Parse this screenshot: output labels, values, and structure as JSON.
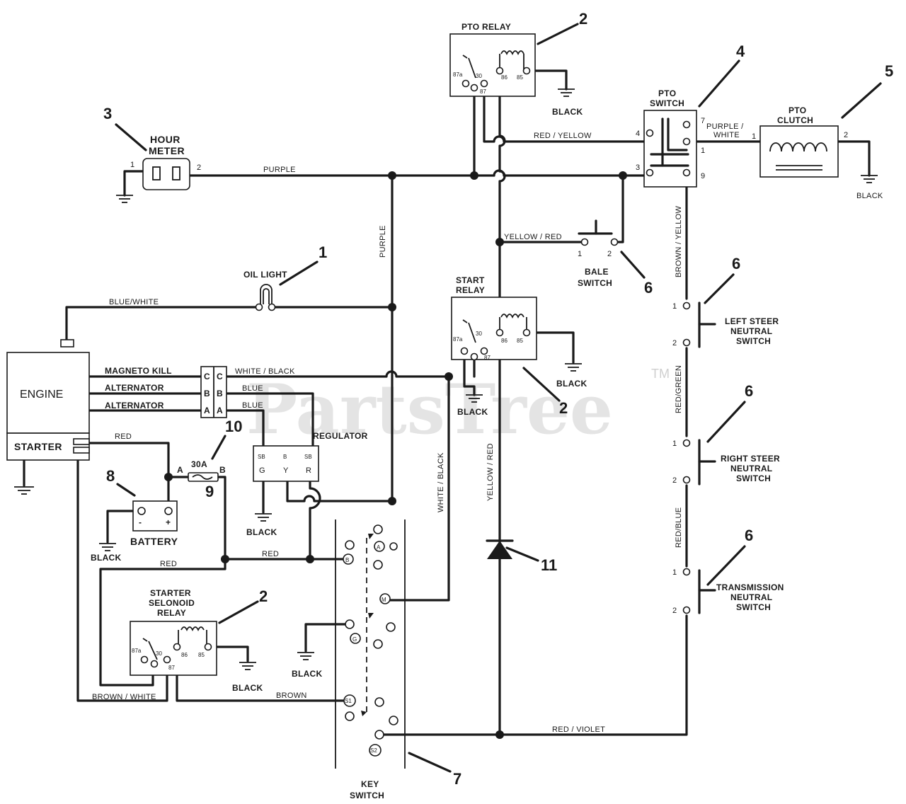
{
  "watermark": {
    "text": "PartsTree",
    "tm": "TM"
  },
  "callouts": [
    "1",
    "2",
    "3",
    "4",
    "5",
    "6",
    "7",
    "8",
    "9",
    "10",
    "11"
  ],
  "components": {
    "pto_relay": {
      "title": "PTO RELAY"
    },
    "pto_switch": {
      "title_1": "PTO",
      "title_2": "SWITCH"
    },
    "pto_clutch": {
      "title_1": "PTO",
      "title_2": "CLUTCH"
    },
    "hour_meter": {
      "title_1": "HOUR",
      "title_2": "METER"
    },
    "oil_light": {
      "title": "OIL LIGHT"
    },
    "bale_switch": {
      "title_1": "BALE",
      "title_2": "SWITCH"
    },
    "start_relay": {
      "title_1": "START",
      "title_2": "RELAY"
    },
    "engine": {
      "title": "ENGINE",
      "starter": "STARTER"
    },
    "regulator": {
      "title": "REGULATOR"
    },
    "battery": {
      "title": "BATTERY",
      "neg": "-",
      "pos": "+"
    },
    "fuse": {
      "title": "30A",
      "a": "A",
      "b": "B"
    },
    "starter_relay": {
      "title_1": "STARTER",
      "title_2": "SELONOID",
      "title_3": "RELAY"
    },
    "left_steer": {
      "title_1": "LEFT STEER",
      "title_2": "NEUTRAL",
      "title_3": "SWITCH"
    },
    "right_steer": {
      "title_1": "RIGHT STEER",
      "title_2": "NEUTRAL",
      "title_3": "SWITCH"
    },
    "transmission": {
      "title_1": "TRANSMISSION",
      "title_2": "NEUTRAL",
      "title_3": "SWITCH"
    },
    "key_switch": {
      "title_1": "KEY",
      "title_2": "SWITCH"
    }
  },
  "terminals": {
    "relay": [
      "87a",
      "30",
      "87",
      "86",
      "85"
    ],
    "pto_switch": [
      "7",
      "4",
      "1",
      "3",
      "9"
    ],
    "pins": [
      "1",
      "2"
    ],
    "plug": [
      "C",
      "B",
      "A"
    ],
    "reg": [
      "SB",
      "B",
      "SB",
      "G",
      "Y",
      "R"
    ],
    "key": [
      "A",
      "B",
      "M",
      "G",
      "S1",
      "S2"
    ]
  },
  "wires": {
    "purple": "PURPLE",
    "red_yellow": "RED / YELLOW",
    "purple_white_1": "PURPLE /",
    "purple_white_2": "WHITE",
    "yellow_red": "YELLOW / RED",
    "yellow_red_v": "YELLOW / RED",
    "brown_yellow": "BROWN / YELLOW",
    "red_green": "RED/GREEN",
    "red_blue": "RED/BLUE",
    "blue_white": "BLUE/WHITE",
    "magneto": "MAGNETO KILL",
    "alternator_1": "ALTERNATOR",
    "alternator_2": "ALTERNATOR",
    "white_black": "WHITE / BLACK",
    "white_black_v": "WHITE / BLACK",
    "blue_1": "BLUE",
    "blue_2": "BLUE",
    "red_1": "RED",
    "red_2": "RED",
    "red_3": "RED",
    "brown_white": "BROWN / WHITE",
    "brown": "BROWN",
    "red_violet": "RED / VIOLET",
    "black": "BLACK"
  }
}
